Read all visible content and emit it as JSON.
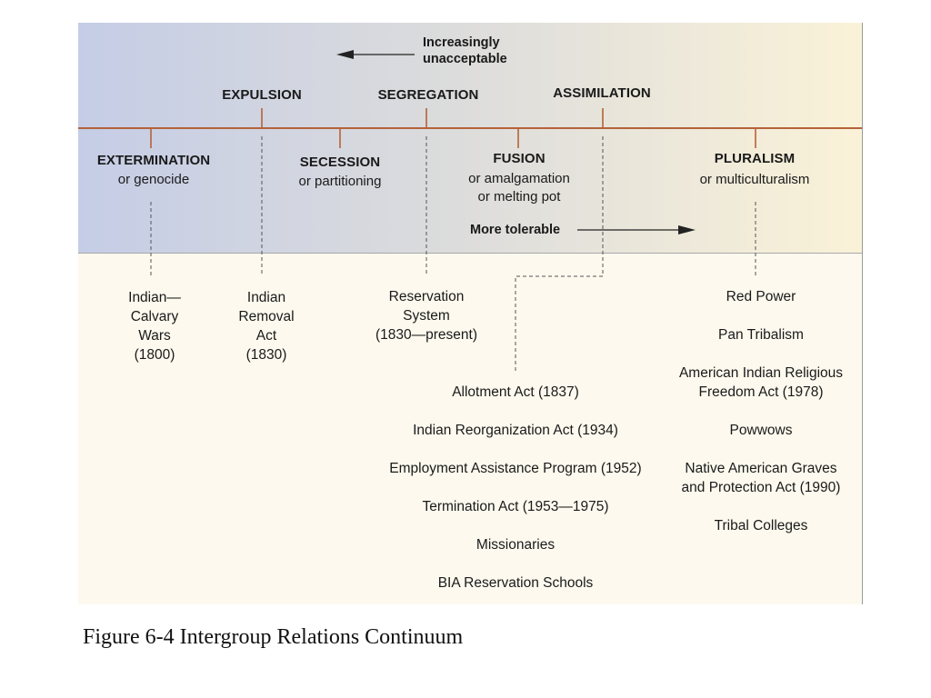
{
  "figure": {
    "arrows": {
      "left_label": [
        "Increasingly",
        "unacceptable"
      ],
      "right_label": "More tolerable"
    },
    "top_categories": [
      {
        "id": "expulsion",
        "name": "EXPULSION"
      },
      {
        "id": "segregation",
        "name": "SEGREGATION"
      },
      {
        "id": "assimilation",
        "name": "ASSIMILATION"
      }
    ],
    "bottom_categories": [
      {
        "id": "extermination",
        "name": "EXTERMINATION",
        "subtitle": [
          "or genocide"
        ]
      },
      {
        "id": "secession",
        "name": "SECESSION",
        "subtitle": [
          "or partitioning"
        ]
      },
      {
        "id": "fusion",
        "name": "FUSION",
        "subtitle": [
          "or amalgamation",
          "or melting pot"
        ]
      },
      {
        "id": "pluralism",
        "name": "PLURALISM",
        "subtitle": [
          "or multiculturalism"
        ]
      }
    ],
    "examples": {
      "extermination": [
        "Indian—",
        "Calvary",
        "Wars",
        "(1800)"
      ],
      "expulsion": [
        "Indian",
        "Removal",
        "Act",
        "(1830)"
      ],
      "segregation": [
        "Reservation",
        "System",
        "(1830—present)"
      ],
      "assimilation": [
        "Allotment Act (1837)",
        "Indian Reorganization Act (1934)",
        "Employment Assistance Program (1952)",
        "Termination Act (1953—1975)",
        "Missionaries",
        "BIA Reservation Schools"
      ],
      "pluralism": [
        "Red Power",
        "Pan Tribalism",
        "American Indian Religious",
        "Freedom Act (1978)",
        "Powwows",
        "Native American Graves",
        "and Protection Act (1990)",
        "Tribal Colleges"
      ]
    }
  },
  "caption": "Figure 6-4 Intergroup Relations Continuum",
  "colors": {
    "axis": "#b5623a",
    "dash": "#555555",
    "text": "#1a1a1a"
  }
}
